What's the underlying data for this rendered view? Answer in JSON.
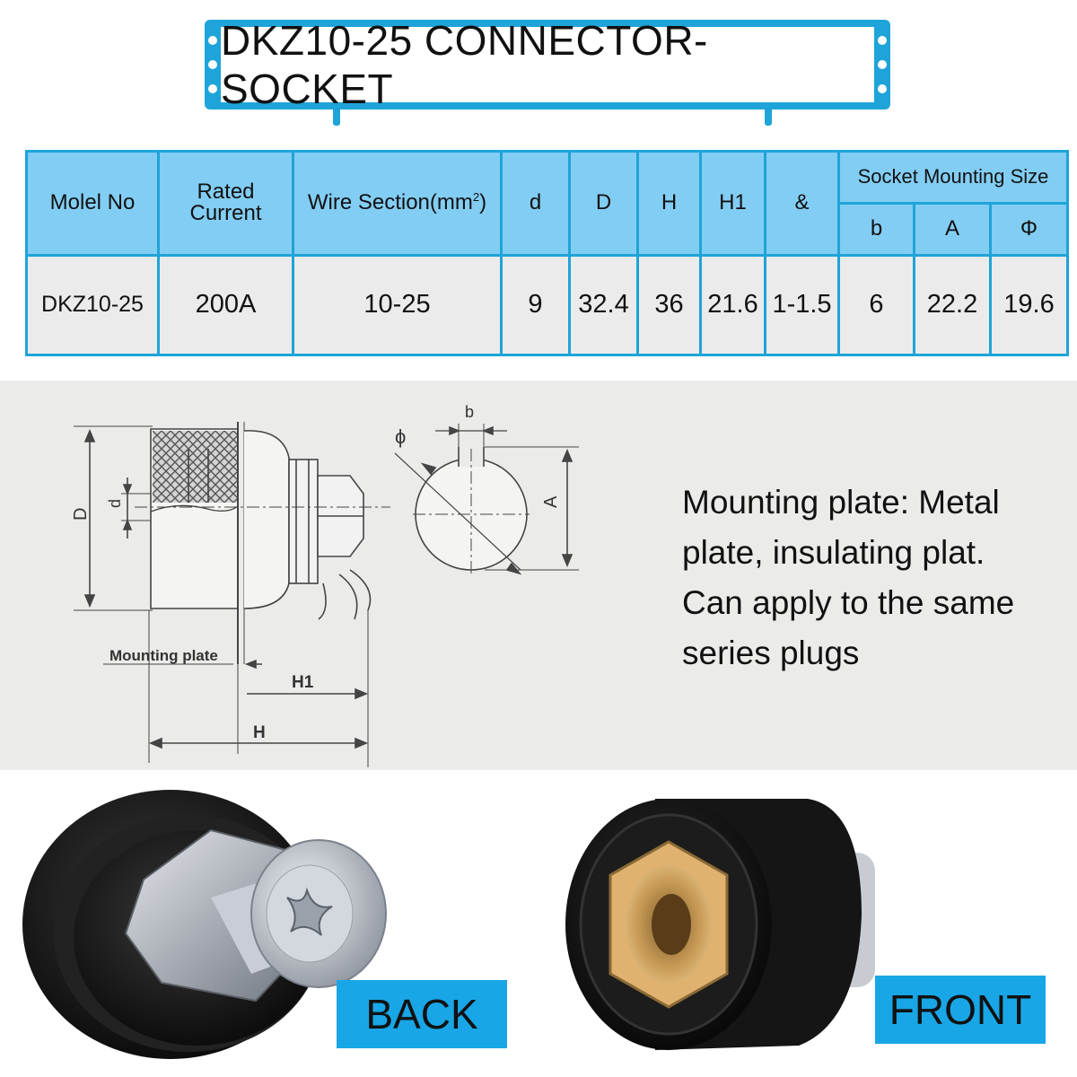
{
  "title": "DKZ10-25 CONNECTOR-SOCKET",
  "table": {
    "headers": {
      "model": "Molel No",
      "rated_line1": "Rated",
      "rated_line2": "Current",
      "wire": "Wire Section(mm",
      "wire_sup": "2",
      "wire_close": ")",
      "d": "d",
      "D": "D",
      "H": "H",
      "H1": "H1",
      "amp": "&",
      "socket_group": "Socket Mounting Size",
      "b": "b",
      "A": "A",
      "phi": "Φ"
    },
    "row": {
      "model": "DKZ10-25",
      "rated": "200A",
      "wire": "10-25",
      "d": "9",
      "D": "32.4",
      "H": "36",
      "H1": "21.6",
      "amp": "1-1.5",
      "b": "6",
      "A": "22.2",
      "phi": "19.6"
    }
  },
  "diagram": {
    "labels": {
      "D": "D",
      "d": "d",
      "mounting_plate": "Mounting plate",
      "H1": "H1",
      "H": "H",
      "phi": "ϕ",
      "b": "b",
      "A": "A"
    }
  },
  "description": {
    "line1": "Mounting plate: Metal",
    "line2": "plate, insulating plat.",
    "line3": "Can apply to the same",
    "line4": "series plugs"
  },
  "photos": {
    "back_label": "BACK",
    "front_label": "FRONT"
  },
  "colors": {
    "accent": "#1ea4d8",
    "header_fill": "#82cdf3",
    "row_fill": "#ebebeb",
    "label_fill": "#18a6e6"
  }
}
